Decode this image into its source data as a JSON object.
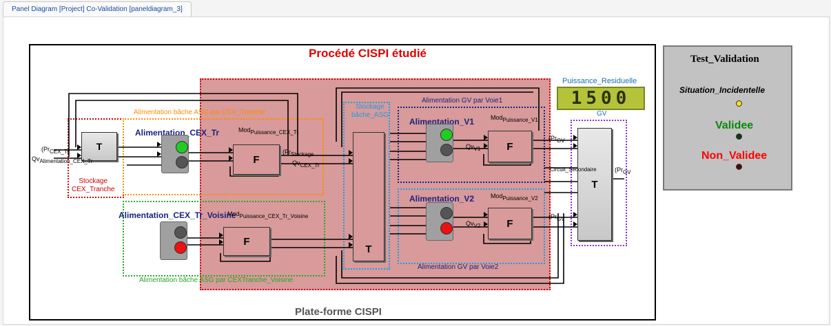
{
  "tab": {
    "title": "Panel Diagram [Project] Co-Validation [paneldiagram_3]"
  },
  "diagram": {
    "title": "Procédé CISPI étudié",
    "footer": "Plate-forme CISPI",
    "zones": {
      "stockage_cex": "Stockage\nCEX_Tranche",
      "alim_cex_tr": "Alimentation bâche ASG par CEX_Tranche",
      "alim_cex_voisine": "Alimentation bâche ASG par CEXTranche_Voisine",
      "stockage_asg": "Stockage\nbâche_ASG",
      "alim_gv1": "Alimentation GV par Voie1",
      "alim_gv2": "Alimentation GV par Voie2"
    },
    "headings": {
      "cex_tr": "Alimentation_CEX_Tr",
      "cex_tr_voisine": "Alimentation_CEX_Tr_Voisine",
      "v1": "Alimentation_V1",
      "v2": "Alimentation_V2"
    },
    "blocks": {
      "t": "T",
      "f": "F"
    },
    "signals": {
      "s_in": "(Pr",
      "s_in_sub": "CEX_Tr",
      "s_qv": "Qv",
      "s_qv_sub": "Alimentation_CEX_Tr",
      "pr_eau_cex": "Pr",
      "mod_cex": "Mod",
      "mod_cex_sub": "Puissance_CEX_Tr",
      "mod_vois_sub": "Puissance_CEX_Tr_Voisine",
      "mod_v1_sub": "Puissance_V1",
      "mod_v2_sub": "Puissance_V2",
      "pr_stockage": "(Pr",
      "pr_stockage_sub": "Stockage",
      "qv_cex_tr": "Qv",
      "qv_cex_tr_sub": "CEX_Tr",
      "pr_gv": "(Pr",
      "pr_gv_sub": "GV",
      "v_gv_sub": "GV",
      "out_v1": "(Pr",
      "out_v1_sub": "GV",
      "qv_v1": "Qv",
      "qv_v1_sub": "V1",
      "qv_v2": "Qv",
      "qv_v2_sub": "V2",
      "circuit_sec": "Circuit_Secondaire"
    }
  },
  "display": {
    "caption": "Puissance_Residuelle",
    "value": "1500",
    "unit": "GV"
  },
  "test_validation": {
    "title": "Test_Validation",
    "incident": "Situation_Incidentelle",
    "valid": "Validee",
    "invalid": "Non_Validee"
  },
  "colors": {
    "yellow": "#f0e020",
    "green": "#0a8a0a",
    "red": "#ff0000",
    "dark_green": "#0c3a0c",
    "dark_red": "#4a0a0a",
    "lamp_green": "#22cc22",
    "lamp_red": "#ee1111",
    "lamp_grey": "#555555"
  }
}
